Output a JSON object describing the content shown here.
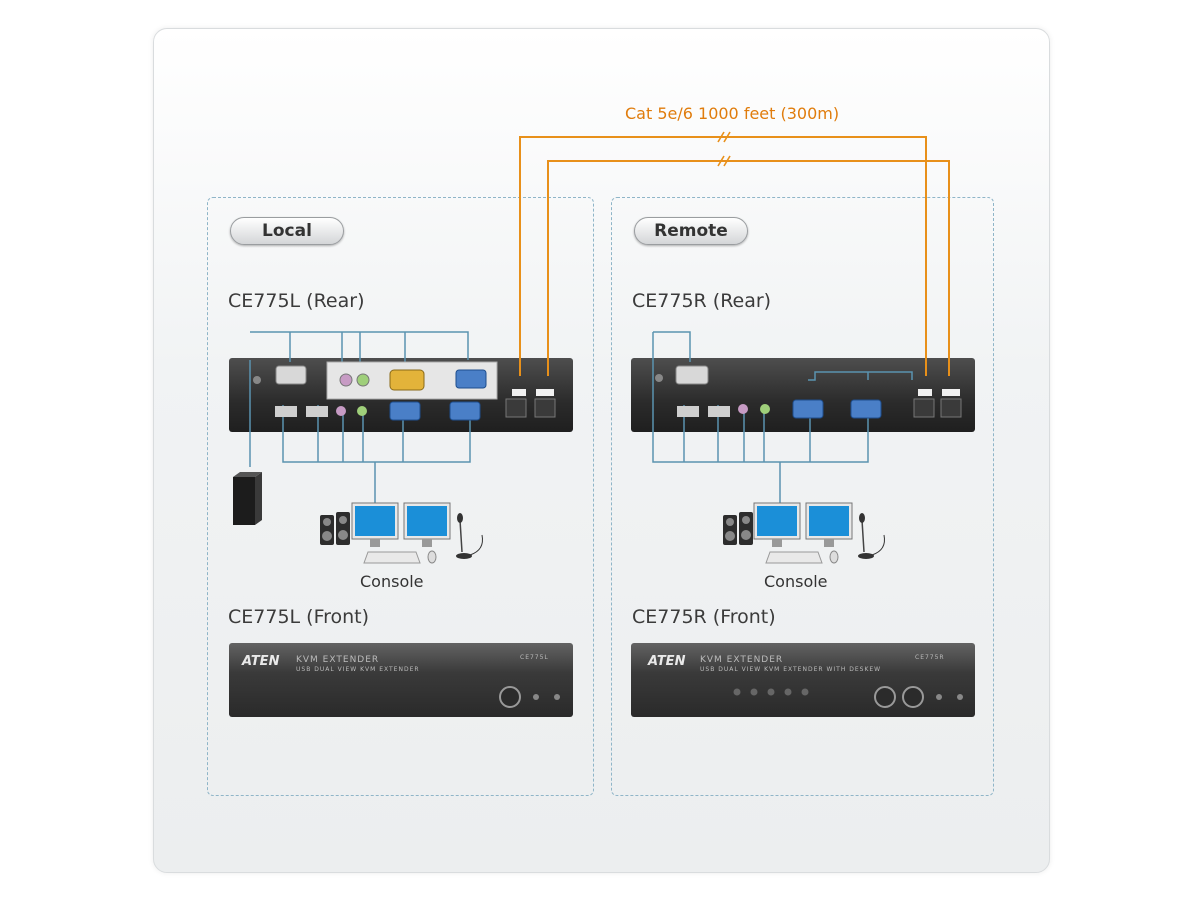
{
  "cable": {
    "label": "Cat 5e/6 1000 feet (300m)"
  },
  "local": {
    "badge": "Local",
    "rear_title": "CE775L (Rear)",
    "front_title": "CE775L (Front)",
    "console_label": "Console",
    "front_brand": "ATEN",
    "front_line1": "KVM EXTENDER",
    "front_line2": "USB DUAL VIEW KVM EXTENDER",
    "front_model": "CE775L"
  },
  "remote": {
    "badge": "Remote",
    "rear_title": "CE775R (Rear)",
    "front_title": "CE775R (Front)",
    "console_label": "Console",
    "front_brand": "ATEN",
    "front_line1": "KVM EXTENDER",
    "front_line2": "USB DUAL VIEW KVM EXTENDER WITH DESKEW",
    "front_model": "CE775R"
  },
  "colors": {
    "cable": "#e8901a",
    "connection": "#5a93b0",
    "panel_border": "#8fb5c8"
  }
}
